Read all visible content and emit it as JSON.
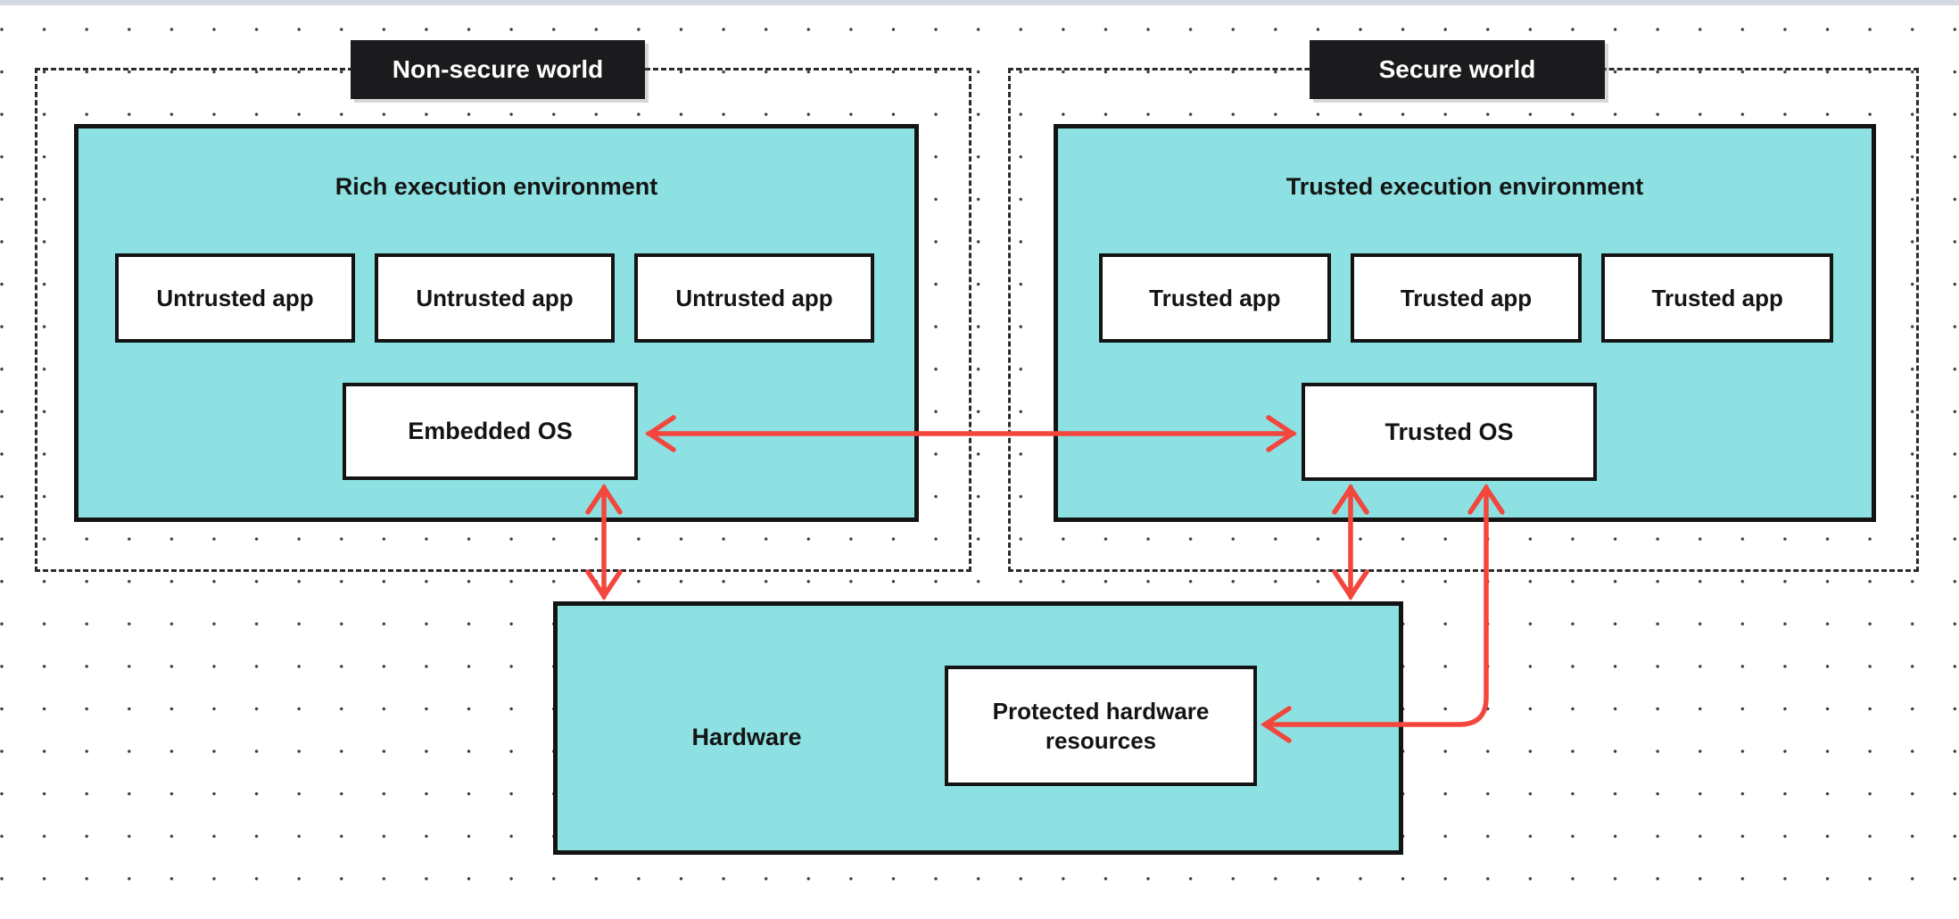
{
  "colors": {
    "background": "#ffffff",
    "top_strip": "#d5d9e2",
    "dot_grid": "#3a3a3a",
    "container_fill": "#8de1e2",
    "box_border": "#141414",
    "label_bg": "#1b1b1e",
    "label_text": "#ffffff",
    "text": "#141414",
    "arrow": "#f3463c"
  },
  "worlds": {
    "non_secure": {
      "label": "Non-secure world",
      "environment": {
        "title": "Rich execution environment",
        "apps": [
          "Untrusted app",
          "Untrusted app",
          "Untrusted app"
        ],
        "os": "Embedded OS"
      }
    },
    "secure": {
      "label": "Secure world",
      "environment": {
        "title": "Trusted execution environment",
        "apps": [
          "Trusted app",
          "Trusted app",
          "Trusted app"
        ],
        "os": "Trusted OS"
      }
    }
  },
  "hardware": {
    "label": "Hardware",
    "protected": "Protected hardware resources"
  },
  "arrows": [
    {
      "name": "embedded-os-to-trusted-os",
      "type": "double-headed-horizontal"
    },
    {
      "name": "embedded-os-to-hardware",
      "type": "double-headed-vertical"
    },
    {
      "name": "trusted-os-to-hardware",
      "type": "double-headed-vertical"
    },
    {
      "name": "trusted-os-to-protected-hardware-resources",
      "type": "double-headed-curved"
    }
  ]
}
